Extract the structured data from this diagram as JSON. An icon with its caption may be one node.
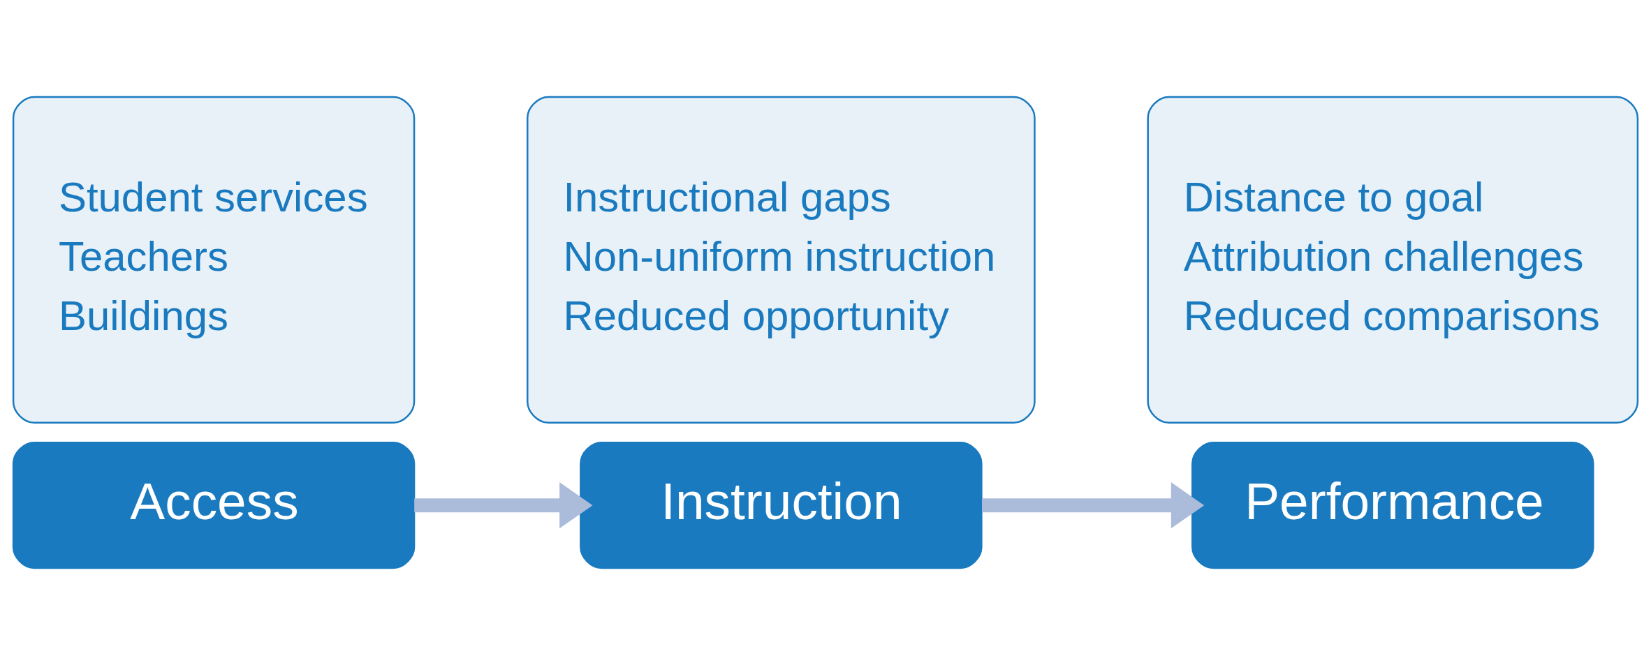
{
  "diagram": {
    "nodes": [
      {
        "text": [
          "Access"
        ]
      },
      {
        "text": [
          "Student services",
          "Teachers",
          "Buildings"
        ]
      },
      {
        "text": [
          "Instruction"
        ]
      },
      {
        "text": [
          "Instructional gaps",
          "Non-uniform instruction",
          "Reduced opportunity"
        ]
      },
      {
        "text": [
          "Performance"
        ]
      },
      {
        "text": [
          "Distance to goal",
          "Attribution challenges",
          "Reduced comparisons"
        ]
      }
    ],
    "edges": [
      {
        "from": 0,
        "to": 2,
        "arrow": "to"
      },
      {
        "from": 2,
        "to": 4,
        "arrow": "to"
      }
    ]
  }
}
